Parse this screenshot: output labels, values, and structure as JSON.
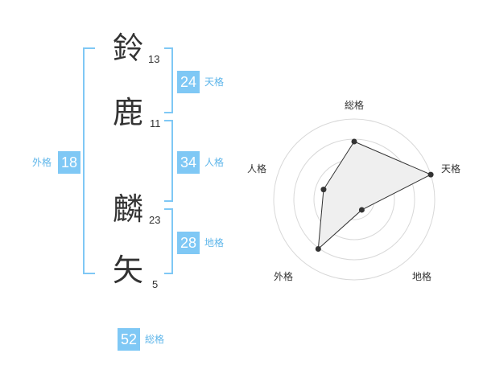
{
  "name": [
    {
      "char": "鈴",
      "strokes": "13"
    },
    {
      "char": "鹿",
      "strokes": "11"
    },
    {
      "char": "麟",
      "strokes": "23"
    },
    {
      "char": "矢",
      "strokes": "5"
    }
  ],
  "kakusu": {
    "tenkaku": {
      "value": "24",
      "label": "天格"
    },
    "jinkaku": {
      "value": "34",
      "label": "人格"
    },
    "chikaku": {
      "value": "28",
      "label": "地格"
    },
    "gaikaku": {
      "value": "18",
      "label": "外格"
    },
    "soukaku": {
      "value": "52",
      "label": "総格"
    }
  },
  "colors": {
    "accent": "#7fc8f5",
    "bracket": "#7fc8f5",
    "label": "#5fb6ea"
  },
  "chart_data": {
    "type": "radar",
    "axes": [
      "総格",
      "天格",
      "地格",
      "外格",
      "人格"
    ],
    "values": [
      0.72,
      1.0,
      0.16,
      0.76,
      0.4
    ],
    "rings": 4,
    "grid": true,
    "fill": "#efefef",
    "line_color": "#333333"
  }
}
